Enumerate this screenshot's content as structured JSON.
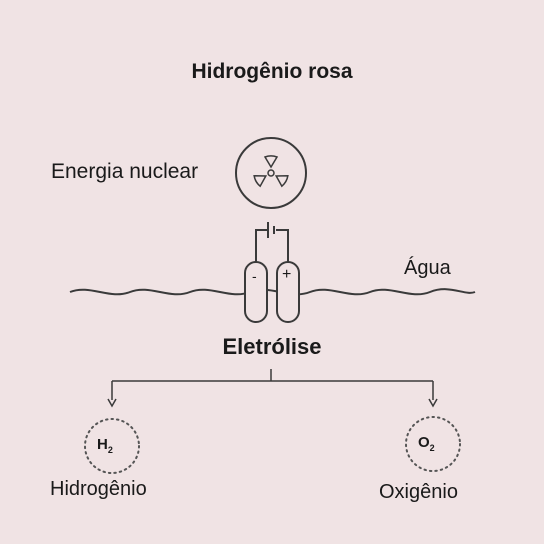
{
  "title": "Hidrogênio rosa",
  "energy_source": {
    "label": "Energia nuclear",
    "icon": "radiation-icon"
  },
  "water_label": "Água",
  "electrodes": {
    "negative": "-",
    "positive": "+"
  },
  "process_label": "Eletrólise",
  "products": [
    {
      "label": "Hidrogênio",
      "formula_base": "H",
      "formula_sub": "2"
    },
    {
      "label": "Oxigênio",
      "formula_base": "O",
      "formula_sub": "2"
    }
  ],
  "colors": {
    "background": "#f0e3e4",
    "ink": "#1a1a1a",
    "line": "#3a3a3a"
  }
}
